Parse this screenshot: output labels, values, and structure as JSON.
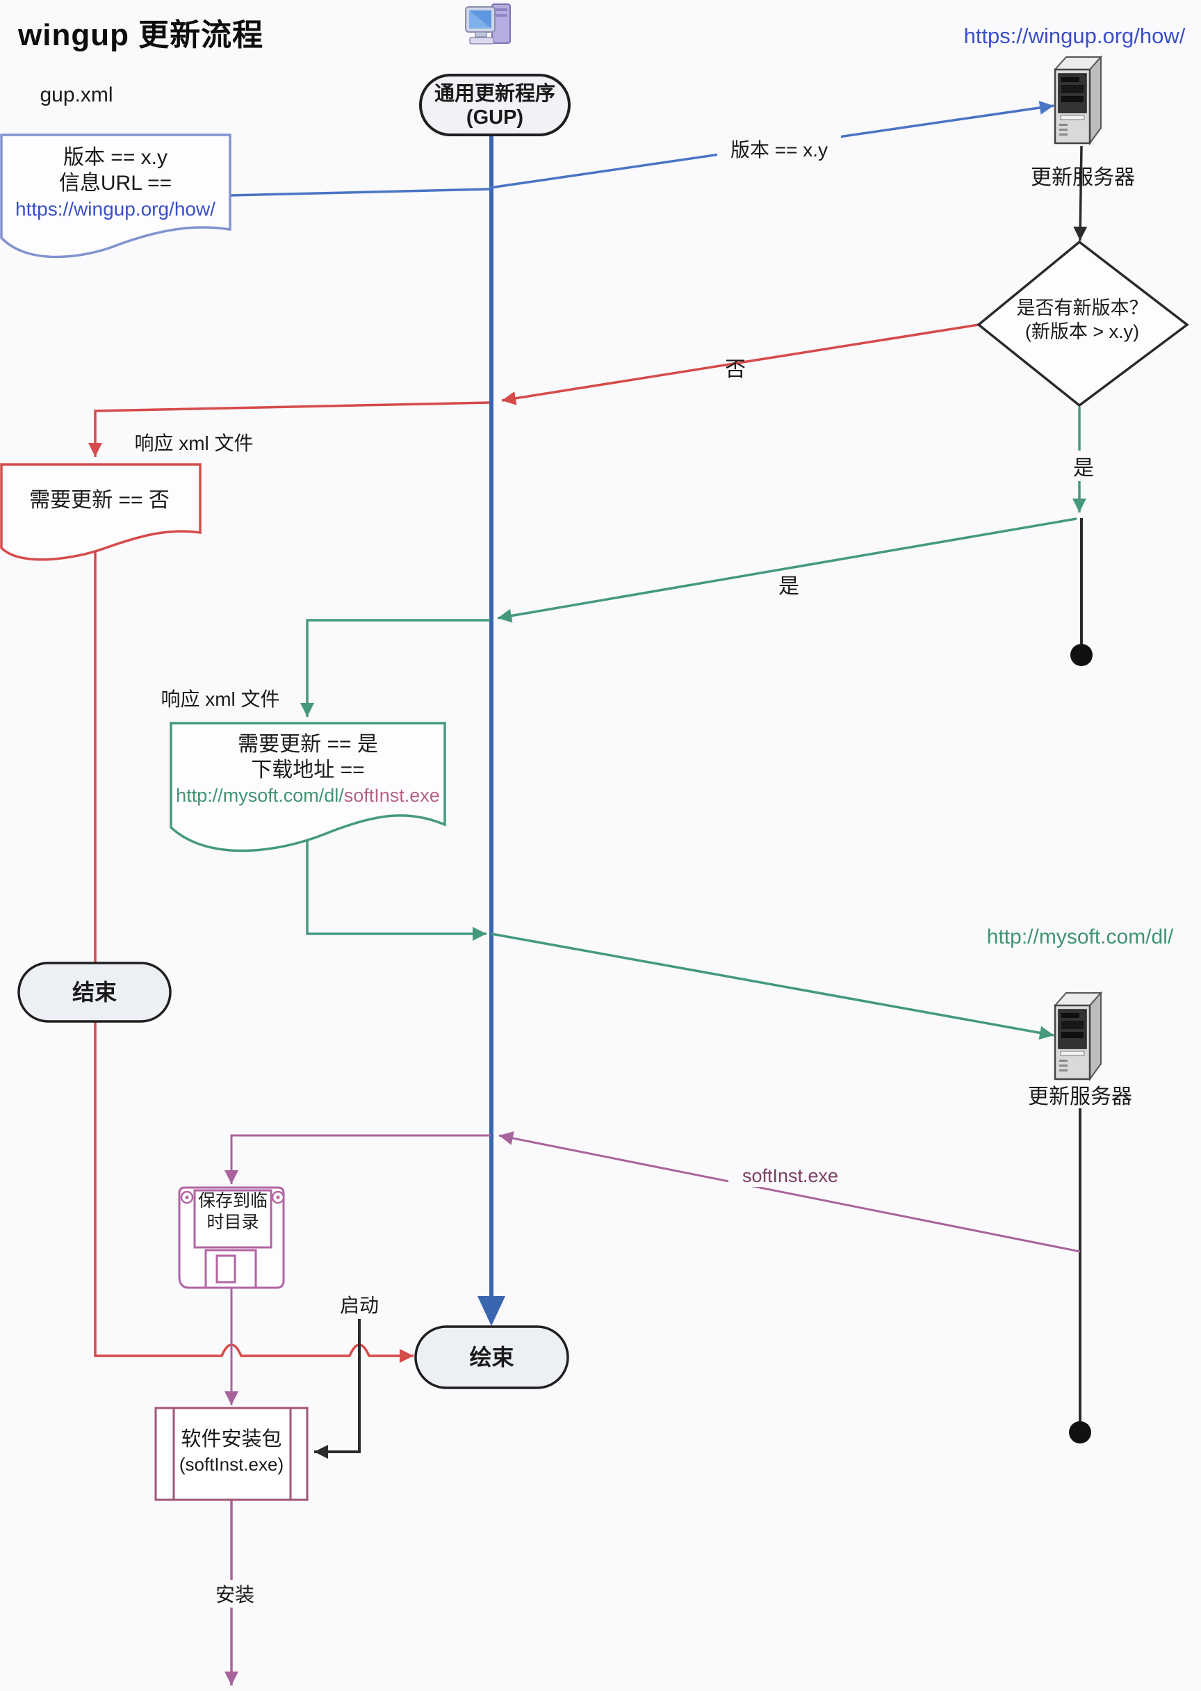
{
  "title": "wingup 更新流程",
  "colors": {
    "blue_line": "#4a74c4",
    "blue_lifeline": "#3a66b0",
    "blue_url_text": "#3a4fc8",
    "red": "#d64a4a",
    "green": "#44997e",
    "green_url_text": "#3f9470",
    "purple": "#a8639b",
    "pink_url_text": "#b56287",
    "purple_label_text": "#7a4064",
    "black": "#2b2b2b"
  },
  "gup": {
    "app_line1": "通用更新程序",
    "app_line2": "(GUP)",
    "xml_label": "gup.xml",
    "doc_line1": "版本 == x.y",
    "doc_line2": "信息URL ==",
    "doc_url": "https://wingup.org/how/"
  },
  "server_top": {
    "url": "https://wingup.org/how/",
    "label": "更新服务器"
  },
  "decision": {
    "line1": "是否有新版本？",
    "line2": "(新版本 > x.y)"
  },
  "edges": {
    "version": "版本 == x.y",
    "no": "否",
    "yes_down": "是",
    "yes_left": "是",
    "softinst": "softInst.exe",
    "launch": "启动",
    "install": "安装"
  },
  "response_no": {
    "label": "响应 xml 文件",
    "text": "需要更新 == 否"
  },
  "response_yes": {
    "label": "响应 xml 文件",
    "line1": "需要更新 == 是",
    "line2": "下载地址 ==",
    "url_green": "http://mysoft.com/dl/",
    "url_pink": "softInst.exe"
  },
  "end_left": {
    "label": "结束"
  },
  "end_mid": {
    "label": "绘束"
  },
  "server_bottom": {
    "url": "http://mysoft.com/dl/",
    "label": "更新服务器"
  },
  "save_temp": {
    "line1": "保存到临",
    "line2": "时目录"
  },
  "installer": {
    "line1": "软件安装包",
    "line2": "(softInst.exe)"
  }
}
